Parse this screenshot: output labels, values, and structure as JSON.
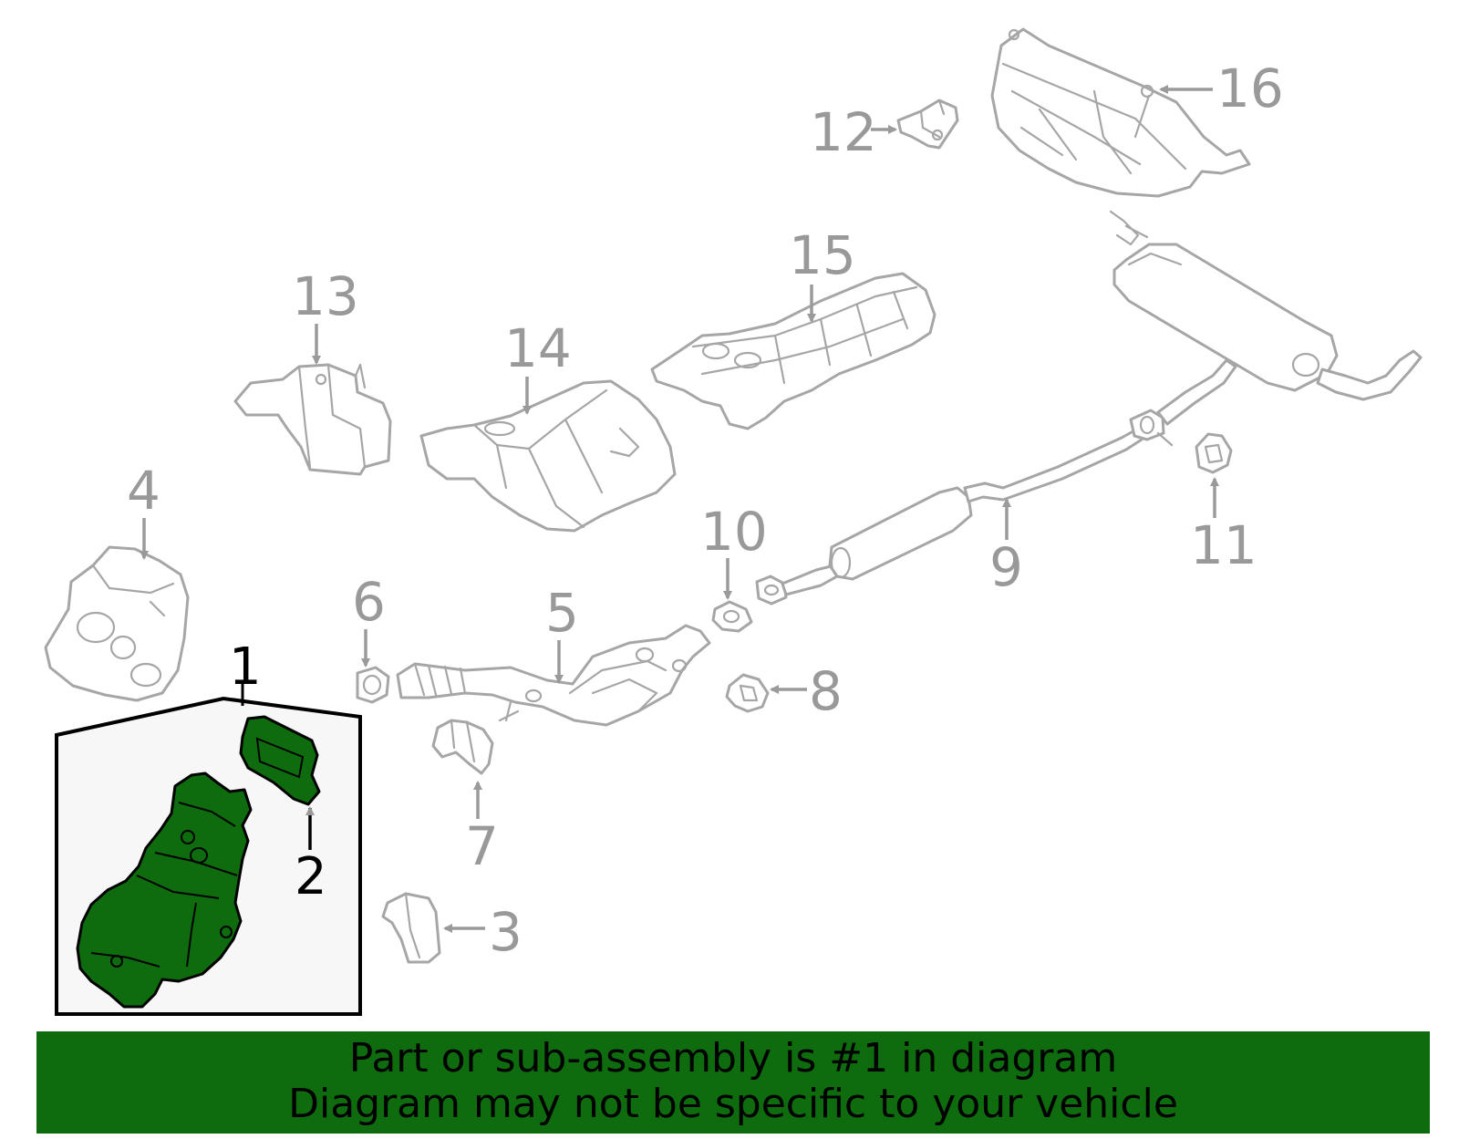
{
  "labels": {
    "p1": "1",
    "p2": "2",
    "p3": "3",
    "p4": "4",
    "p5": "5",
    "p6": "6",
    "p7": "7",
    "p8": "8",
    "p9": "9",
    "p10": "10",
    "p11": "11",
    "p12": "12",
    "p13": "13",
    "p14": "14",
    "p15": "15",
    "p16": "16"
  },
  "banner": {
    "line1": "Part or sub-assembly is #1 in diagram",
    "line2": "Diagram may not be specific to your vehicle"
  },
  "colors": {
    "highlight": "#0e6b0e",
    "part_outline": "#a6a6a6",
    "label": "#999999"
  }
}
